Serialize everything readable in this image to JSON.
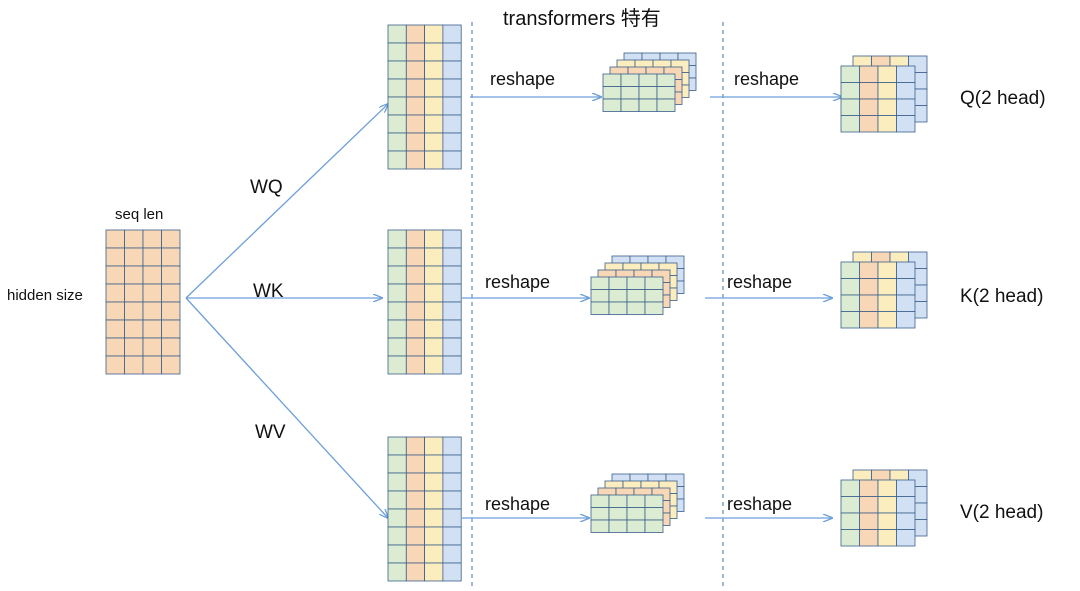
{
  "colors": {
    "cell_green": "#dcecd2",
    "cell_orange": "#f7d7b5",
    "cell_yellow": "#fbedbd",
    "cell_blue": "#d2e0f4",
    "grid_line": "#3a5f8c",
    "arrow": "#6d9fd9",
    "divider": "#4a6fa5"
  },
  "labels": {
    "section_title": "transformers 特有",
    "input_top": "seq len",
    "input_side": "hidden size",
    "weight_q": "WQ",
    "weight_k": "WK",
    "weight_v": "WV",
    "reshape_1": "reshape",
    "reshape_2": "reshape",
    "reshape_3": "reshape",
    "reshape_4": "reshape",
    "reshape_5": "reshape",
    "reshape_6": "reshape",
    "output_q": "Q(2 head)",
    "output_k": "K(2 head)",
    "output_v": "V(2 head)"
  }
}
